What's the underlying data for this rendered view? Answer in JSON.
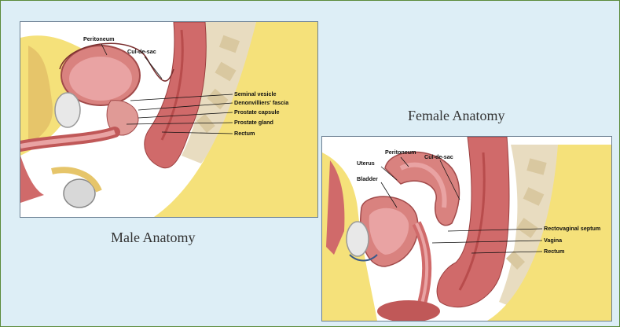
{
  "male": {
    "caption": "Male Anatomy",
    "labels": {
      "peritoneum": "Peritoneum",
      "cul_de_sac": "Cul-de-sac",
      "seminal_vesicle": "Seminal vesicle",
      "denonvilliers_fascia": "Denonvilliers' fascia",
      "prostate_capsule": "Prostate capsule",
      "prostate_gland": "Prostate gland",
      "rectum": "Rectum"
    }
  },
  "female": {
    "caption": "Female Anatomy",
    "labels": {
      "uterus": "Uterus",
      "peritoneum": "Peritoneum",
      "cul_de_sac": "Cul-de-sac",
      "bladder": "Bladder",
      "rectovaginal_septum": "Rectovaginal septum",
      "vagina": "Vagina",
      "rectum": "Rectum"
    }
  },
  "colors": {
    "background": "#ddeef6",
    "fat": "#f5e17a",
    "muscle": "#d06a6a",
    "rectum_dark": "#b84c4c",
    "organ_light": "#e9a3a3",
    "bone": "#e8dcc0"
  }
}
